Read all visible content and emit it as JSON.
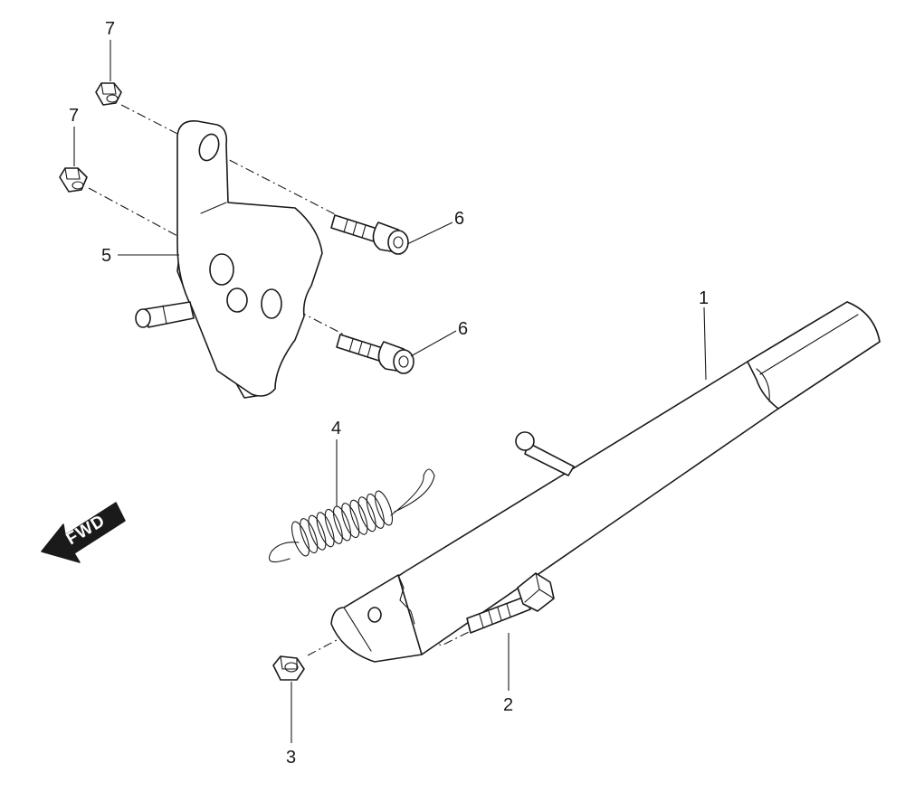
{
  "diagram": {
    "direction_label": "FWD",
    "callouts": [
      {
        "id": "c1",
        "text": "1"
      },
      {
        "id": "c2",
        "text": "2"
      },
      {
        "id": "c3",
        "text": "3"
      },
      {
        "id": "c4",
        "text": "4"
      },
      {
        "id": "c5",
        "text": "5"
      },
      {
        "id": "c6a",
        "text": "6"
      },
      {
        "id": "c6b",
        "text": "6"
      },
      {
        "id": "c7a",
        "text": "7"
      },
      {
        "id": "c7b",
        "text": "7"
      }
    ],
    "colors": {
      "ink": "#1a1a1a",
      "background": "#ffffff"
    }
  }
}
